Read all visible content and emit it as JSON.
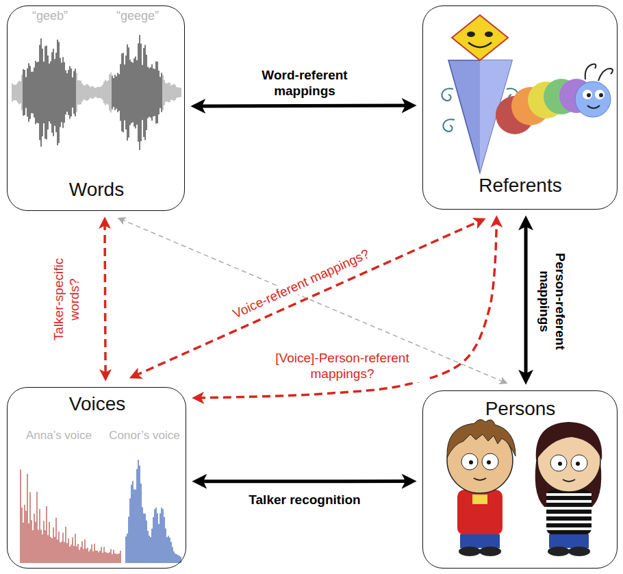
{
  "diagram": {
    "nodes": [
      {
        "text": [
          "“geeb”",
          "“geege”",
          "Words"
        ]
      },
      {
        "text": [
          "Referents"
        ]
      },
      {
        "text": [
          "Voices",
          "Anna’s voice",
          "Conor’s voice"
        ]
      },
      {
        "text": [
          "Persons"
        ]
      }
    ],
    "edges": [
      {
        "from": 0,
        "to": 1,
        "arrow": "both",
        "label": "Word-referent mappings"
      },
      {
        "from": 1,
        "to": 3,
        "arrow": "both",
        "label": "Person-referent mappings"
      },
      {
        "from": 2,
        "to": 3,
        "arrow": "both",
        "label": "Talker recognition"
      },
      {
        "from": 0,
        "to": 2,
        "arrow": "both",
        "label": "Talker-specific words?"
      },
      {
        "from": 2,
        "to": 1,
        "arrow": "both",
        "label": "Voice-referent mappings?"
      },
      {
        "from": 2,
        "to": 1,
        "arrow": "both",
        "label": "[Voice]-Person-referent mappings?"
      },
      {
        "from": 0,
        "to": 3,
        "arrow": "both"
      }
    ]
  }
}
